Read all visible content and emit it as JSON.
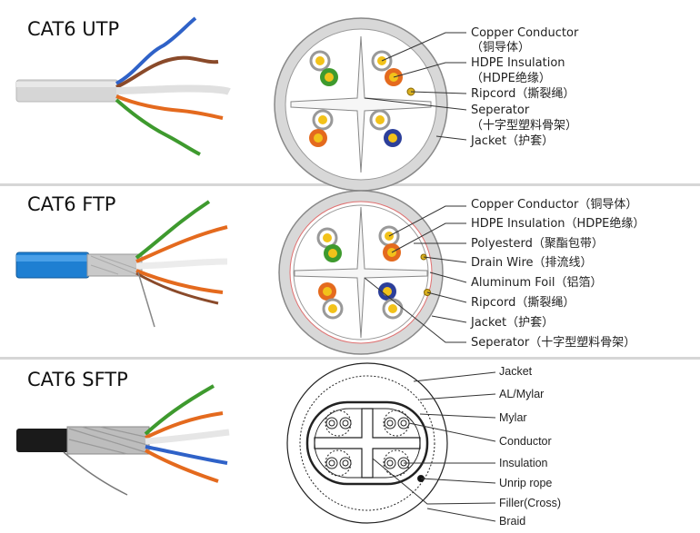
{
  "sections": [
    {
      "title": "CAT6 UTP",
      "labels": [
        "Copper  Conductor",
        "（铜导体）",
        "HDPE Insulation",
        "（HDPE绝缘）",
        "Ripcord（撕裂绳）",
        "Seperator",
        "（十字型塑料骨架）",
        "Jacket（护套）"
      ]
    },
    {
      "title": "CAT6 FTP",
      "labels": [
        "Copper  Conductor（铜导体）",
        "HDPE Insulation（HDPE绝缘）",
        "Polyesterd（聚酯包带）",
        "Drain  Wire（排流线）",
        "Aluminum Foil（铝箔）",
        "Ripcord（撕裂绳）",
        "Jacket（护套）",
        "Seperator（十字型塑料骨架）"
      ]
    },
    {
      "title": "CAT6 SFTP",
      "labels": [
        "Jacket",
        "AL/Mylar",
        "Mylar",
        "Conductor",
        "Insulation",
        "Unrip rope",
        "Filler(Cross)",
        "Braid"
      ]
    }
  ],
  "colors": {
    "jacket_utp": "#d8d8d8",
    "jacket_ftp": "#1e7fd2",
    "jacket_sftp": "#1a1a1a",
    "pair_green": "#3e9a2e",
    "pair_orange": "#e46a1e",
    "pair_blue": "#2c3f9a",
    "pair_brown": "#8a4a2a",
    "conductor": "#f2c21a"
  }
}
